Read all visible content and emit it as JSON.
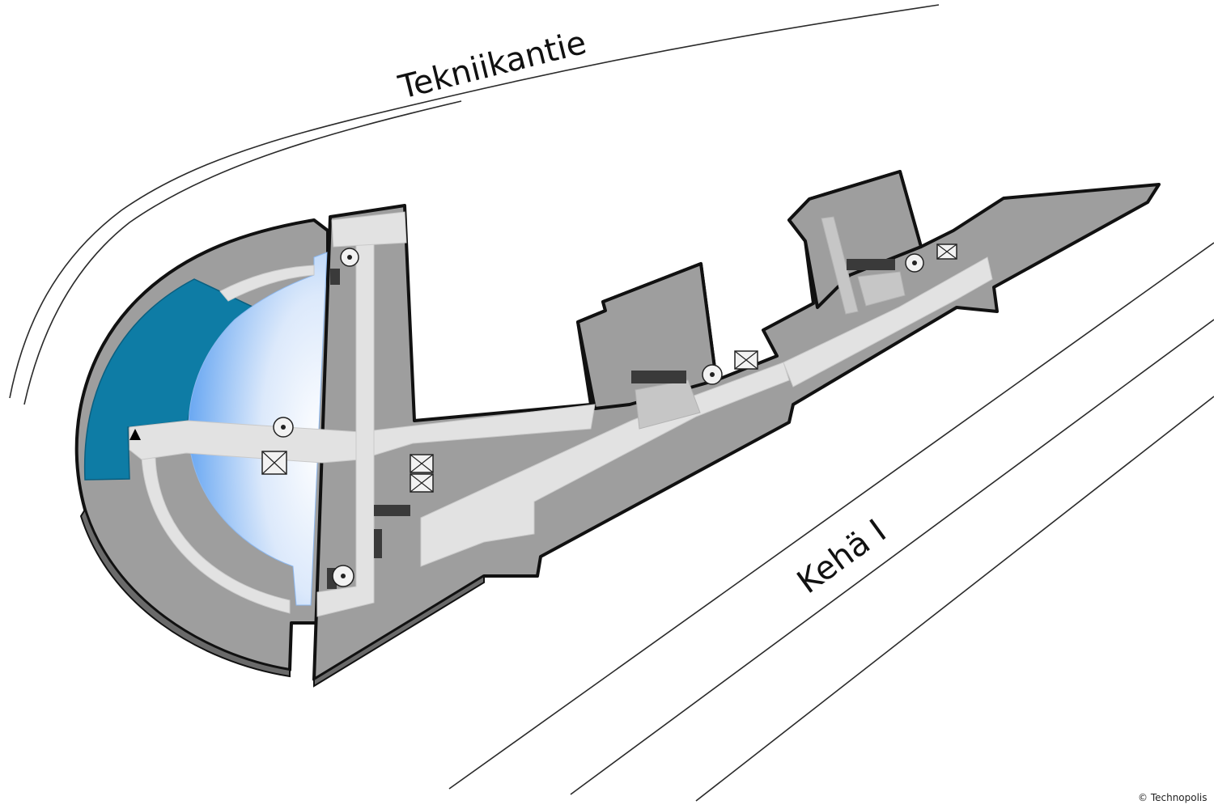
{
  "map": {
    "streets": [
      {
        "name": "Tekniikantie"
      },
      {
        "name": "Kehä I"
      }
    ],
    "copyright": "© Technopolis",
    "colors": {
      "highlight_area": "#0e7ca5",
      "atrium_gradient_start": "#ffffff",
      "atrium_gradient_end": "#6aa8f2",
      "floor": "#9e9e9e",
      "corridor": "#e2e2e2",
      "wall": "#5e5e5e"
    },
    "markers": [
      {
        "type": "you-are-here",
        "icon": "triangle-marker-icon"
      }
    ],
    "icons": [
      "stairs-icon",
      "elevator-icon"
    ]
  }
}
